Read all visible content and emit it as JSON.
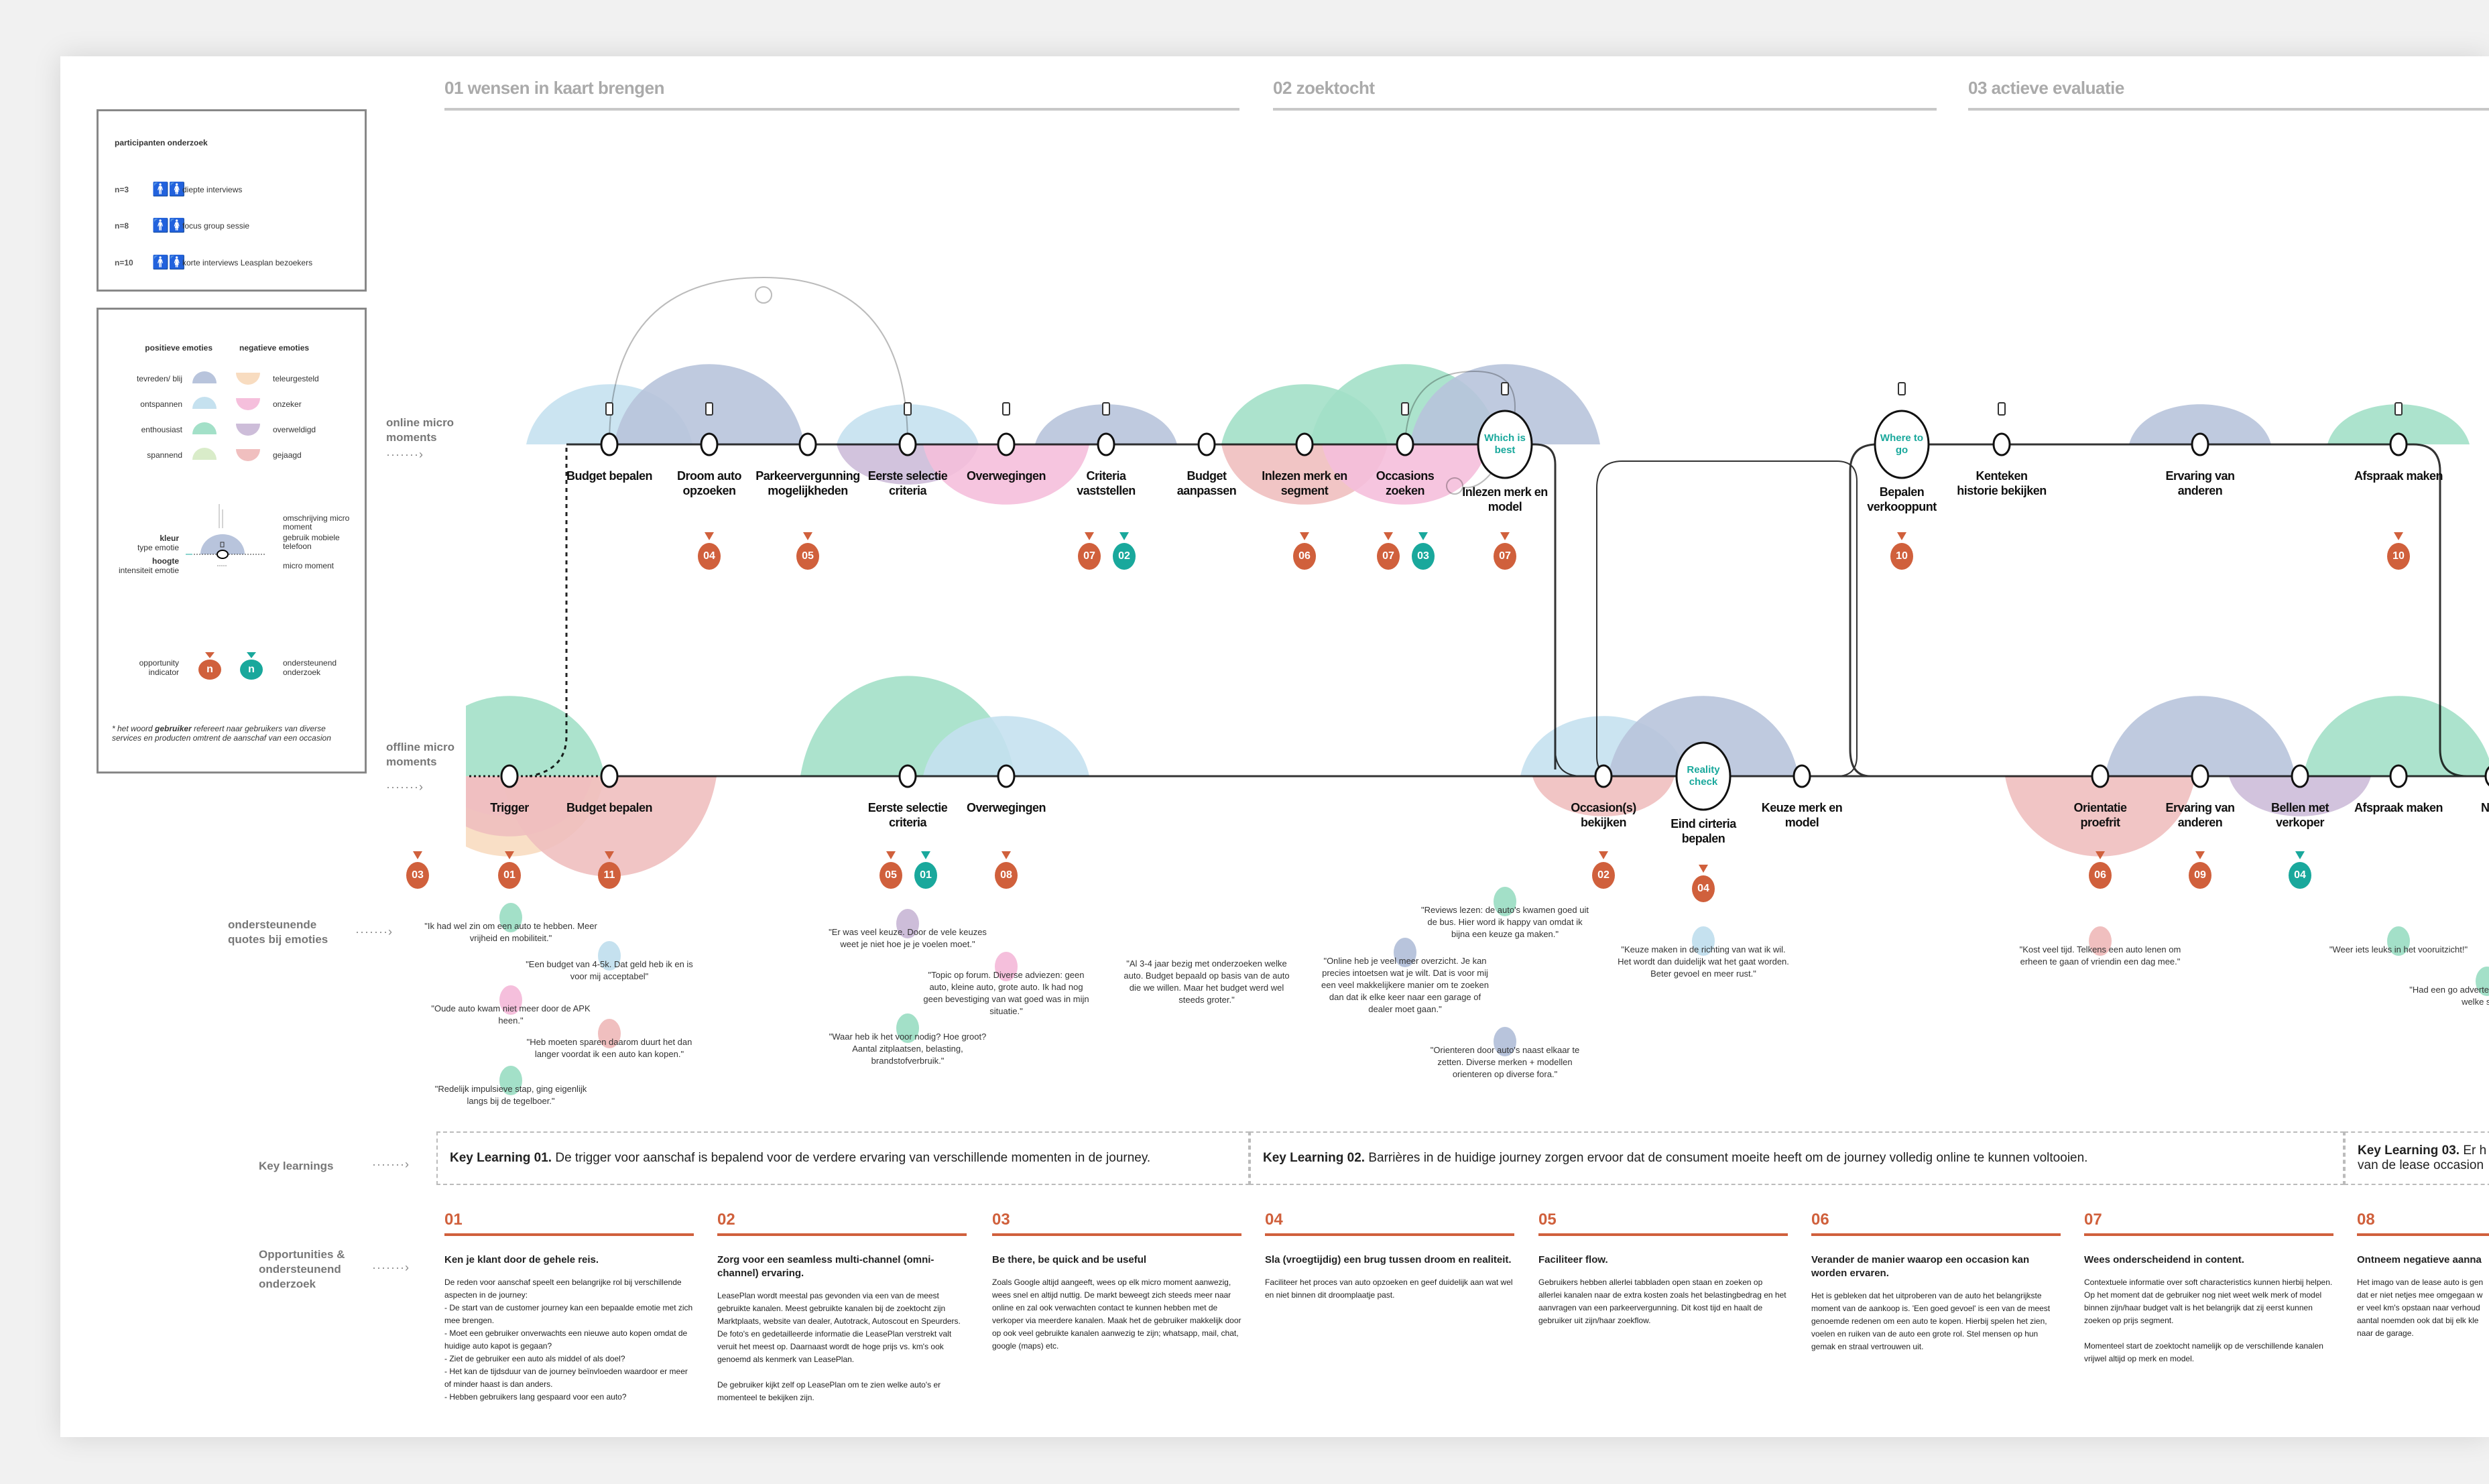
{
  "sections": [
    {
      "label": "01 wensen in kaart brengen"
    },
    {
      "label": "02 zoektocht"
    },
    {
      "label": "03 actieve evaluatie"
    }
  ],
  "legend": {
    "participants": {
      "title": "participanten onderzoek",
      "icon": "man-woman-icon",
      "rows": [
        {
          "n": "n=3",
          "label": "diepte interviews"
        },
        {
          "n": "n=8",
          "label": "focus group sessie"
        },
        {
          "n": "n=10",
          "label": "korte interviews Leasplan bezoekers"
        }
      ]
    },
    "emotions": {
      "positive_title": "positieve emoties",
      "negative_title": "negatieve emoties",
      "positive": [
        {
          "key": "tevreden",
          "label": "tevreden/ blij",
          "color": "#b8c4dc"
        },
        {
          "key": "ontspannen",
          "label": "ontspannen",
          "color": "#c5e1ef"
        },
        {
          "key": "enthousiast",
          "label": "enthousiast",
          "color": "#a3e0c8"
        },
        {
          "key": "spannend",
          "label": "spannend",
          "color": "#d9ecc9"
        }
      ],
      "negative": [
        {
          "key": "teleurgesteld",
          "label": "teleurgesteld",
          "color": "#f8dcc0"
        },
        {
          "key": "onzeker",
          "label": "onzeker",
          "color": "#f5bfdc"
        },
        {
          "key": "overweldigd",
          "label": "overweldigd",
          "color": "#cdbdd9"
        },
        {
          "key": "gejaagd",
          "label": "gejaagd",
          "color": "#f0bfbf"
        }
      ]
    },
    "anatomy": {
      "kleur": "kleur",
      "kleur_sub": "type emotie",
      "hoogte": "hoogte",
      "hoogte_sub": "intensiteit emotie",
      "omschrijving": "omschrijving micro moment",
      "mobile": "gebruik mobiele telefoon",
      "micro": "micro moment"
    },
    "indicators": {
      "symbol": "n",
      "opportunity": "opportunity indicator",
      "research": "ondersteunend onderzoek",
      "opportunity_color": "#d0603c",
      "research_color": "#19a89c"
    },
    "footnote": {
      "pre": "* het woord ",
      "bold": "gebruiker",
      "post": " refereert naar gebruikers van diverse services en producten omtrent de aanschaf van een occasion"
    }
  },
  "rows": {
    "online": "online micro moments",
    "offline": "offline micro moments",
    "quotes": "ondersteunende quotes bij emoties",
    "key_learnings": "Key learnings",
    "opportunities": "Opportunities & ondersteunend onderzoek",
    "arrow": "·······›"
  },
  "online_moments": [
    {
      "label": "Budget bepalen",
      "phone": true,
      "emotions": [
        {
          "type": "ontspannen",
          "intensity": 3
        }
      ],
      "opportunities": [],
      "research": []
    },
    {
      "label": "Droom auto opzoeken",
      "phone": true,
      "emotions": [
        {
          "type": "tevreden",
          "intensity": 4
        }
      ],
      "opportunities": [
        "04"
      ],
      "research": []
    },
    {
      "label": "Parkeervergunning mogelijkheden",
      "phone": false,
      "emotions": [],
      "opportunities": [
        "05"
      ],
      "research": []
    },
    {
      "label": "Eerste selectie criteria",
      "phone": true,
      "emotions": [
        {
          "type": "ontspannen",
          "intensity": 2
        },
        {
          "type": "overweldigd",
          "intensity": 2
        }
      ],
      "opportunities": [],
      "research": []
    },
    {
      "label": "Overwegingen",
      "phone": true,
      "emotions": [
        {
          "type": "onzeker",
          "intensity": 3
        }
      ],
      "opportunities": [],
      "research": []
    },
    {
      "label": "Criteria vaststellen",
      "phone": true,
      "emotions": [
        {
          "type": "tevreden",
          "intensity": 2
        }
      ],
      "opportunities": [
        "07"
      ],
      "research": [
        "02"
      ]
    },
    {
      "label": "Budget aanpassen",
      "phone": false,
      "emotions": [],
      "opportunities": [],
      "research": []
    },
    {
      "label": "Inlezen merk en segment",
      "phone": false,
      "emotions": [
        {
          "type": "enthousiast",
          "intensity": 3
        },
        {
          "type": "gejaagd",
          "intensity": 3
        }
      ],
      "opportunities": [
        "06"
      ],
      "research": []
    },
    {
      "label": "Occasions zoeken",
      "phone": true,
      "emotions": [
        {
          "type": "enthousiast",
          "intensity": 4
        },
        {
          "type": "onzeker",
          "intensity": 3
        }
      ],
      "opportunities": [
        "07"
      ],
      "research": [
        "03"
      ]
    },
    {
      "label": "Inlezen merk en model",
      "badge": "Which is best",
      "phone": true,
      "emotions": [
        {
          "type": "tevreden",
          "intensity": 4
        }
      ],
      "opportunities": [
        "07"
      ],
      "research": []
    },
    {
      "label": "Bepalen verkooppunt",
      "badge": "Where to go",
      "phone": true,
      "emotions": [],
      "opportunities": [
        "10"
      ],
      "research": []
    },
    {
      "label": "Kenteken historie bekijken",
      "phone": true,
      "emotions": [],
      "opportunities": [],
      "research": []
    },
    {
      "label": "Ervaring van anderen",
      "phone": false,
      "emotions": [
        {
          "type": "tevreden",
          "intensity": 2
        }
      ],
      "opportunities": [],
      "research": []
    },
    {
      "label": "Afspraak maken",
      "phone": true,
      "emotions": [
        {
          "type": "enthousiast",
          "intensity": 2
        }
      ],
      "opportunities": [
        "10"
      ],
      "research": []
    }
  ],
  "offline_extra_opportunity": "03",
  "offline_moments": [
    {
      "label": "Trigger",
      "emotions": [
        {
          "type": "enthousiast",
          "intensity": 4
        },
        {
          "type": "teleurgesteld",
          "intensity": 4
        },
        {
          "type": "onzeker",
          "intensity": 2
        },
        {
          "type": "gejaagd",
          "intensity": 3
        }
      ],
      "opportunities": [
        "01"
      ],
      "research": []
    },
    {
      "label": "Budget bepalen",
      "emotions": [
        {
          "type": "gejaagd",
          "intensity": 5
        }
      ],
      "opportunities": [
        "11"
      ],
      "research": []
    },
    {
      "label": "Eerste selectie criteria",
      "emotions": [
        {
          "type": "enthousiast",
          "intensity": 5
        }
      ],
      "opportunities": [
        "05"
      ],
      "research": [
        "01"
      ]
    },
    {
      "label": "Overwegingen",
      "emotions": [
        {
          "type": "ontspannen",
          "intensity": 3
        }
      ],
      "opportunities": [
        "08"
      ],
      "research": []
    },
    {
      "label": "Occasion(s) bekijken",
      "emotions": [
        {
          "type": "ontspannen",
          "intensity": 3
        },
        {
          "type": "gejaagd",
          "intensity": 2
        }
      ],
      "opportunities": [
        "02"
      ],
      "research": []
    },
    {
      "label": "Eind cirteria bepalen",
      "badge": "Reality check",
      "emotions": [
        {
          "type": "tevreden",
          "intensity": 4
        }
      ],
      "opportunities": [
        "04"
      ],
      "research": []
    },
    {
      "label": "Keuze merk en model",
      "emotions": [],
      "opportunities": [],
      "research": []
    },
    {
      "label": "Orientatie proefrit",
      "emotions": [
        {
          "type": "gejaagd",
          "intensity": 4
        }
      ],
      "opportunities": [
        "06"
      ],
      "research": []
    },
    {
      "label": "Ervaring van anderen",
      "emotions": [
        {
          "type": "tevreden",
          "intensity": 4
        }
      ],
      "opportunities": [
        "09"
      ],
      "research": []
    },
    {
      "label": "Bellen met verkoper",
      "emotions": [
        {
          "type": "overweldigd",
          "intensity": 2
        }
      ],
      "opportunities": [],
      "research": [
        "04"
      ]
    },
    {
      "label": "Afspraak maken",
      "emotions": [
        {
          "type": "enthousiast",
          "intensity": 4
        }
      ],
      "opportunities": [],
      "research": []
    },
    {
      "label": "Naar",
      "emotions": [],
      "opportunities": [],
      "research": []
    }
  ],
  "quotes": [
    {
      "text": "\"Ik had wel zin om een auto te hebben. Meer vrijheid en mobiliteit.\"",
      "emotion": "enthousiast"
    },
    {
      "text": "\"Een budget van 4-5k. Dat geld heb ik en is voor mij acceptabel\"",
      "emotion": "ontspannen"
    },
    {
      "text": "\"Oude auto kwam niet meer door de APK heen.\"",
      "emotion": "onzeker"
    },
    {
      "text": "\"Heb moeten sparen daarom duurt het dan langer voordat ik een auto kan kopen.\"",
      "emotion": "gejaagd"
    },
    {
      "text": "\"Redelijk impulsieve stap, ging eigenlijk langs bij de tegelboer.\"",
      "emotion": "enthousiast"
    },
    {
      "text": "\"Er was veel keuze. Door de vele keuzes weet je niet hoe je je voelen moet.\"",
      "emotion": "overweldigd"
    },
    {
      "text": "\"Topic op forum. Diverse adviezen: geen auto, kleine auto, grote auto. Ik had nog geen bevestiging van wat goed was in mijn situatie.\"",
      "emotion": "onzeker"
    },
    {
      "text": "\"Waar heb ik het voor nodig? Hoe groot? Aantal zitplaatsen, belasting, brandstofverbruik.\"",
      "emotion": "enthousiast"
    },
    {
      "text": "\"Al 3-4 jaar bezig met onderzoeken welke auto. Budget bepaald op basis van de auto die we willen. Maar het budget werd wel steeds groter.\"",
      "emotion": ""
    },
    {
      "text": "\"Online heb je veel meer overzicht. Je kan precies intoetsen wat je wilt. Dat is voor mij een veel makkelijkere manier om te zoeken dan dat ik elke keer naar een garage of dealer moet gaan.\"",
      "emotion": "tevreden"
    },
    {
      "text": "\"Reviews lezen: de auto's kwamen goed uit de bus. Hier word ik happy van omdat ik bijna een keuze ga maken.\"",
      "emotion": "enthousiast"
    },
    {
      "text": "\"Orienteren door auto's naast elkaar te zetten. Diverse merken + modellen orienteren op diverse fora.\"",
      "emotion": "tevreden"
    },
    {
      "text": "\"Keuze maken in de richting van wat ik wil. Het wordt dan duidelijk wat het gaat worden. Beter gevoel en meer rust.\"",
      "emotion": "ontspannen"
    },
    {
      "text": "\"Kost veel tijd. Telkens een auto lenen om erheen te gaan of vriendin een dag mee.\"",
      "emotion": "gejaagd"
    },
    {
      "text": "\"Weer iets leuks in het vooruitzicht!\"",
      "emotion": "enthousiast"
    },
    {
      "text": "\"Had een go advertentie w advertentie g welke staat d",
      "emotion": "enthousiast"
    }
  ],
  "key_learnings": [
    {
      "title": "Key Learning 01.",
      "text": " De trigger voor aanschaf is bepalend voor de verdere ervaring van verschillende momenten in de journey.",
      "text2": ""
    },
    {
      "title": "Key Learning 02.",
      "text": " Barrières in de huidige journey zorgen ervoor dat de consument moeite heeft om de journey volledig online te kunnen voltooien.",
      "text2": ""
    },
    {
      "title": "Key Learning 03.",
      "text": " Er h",
      "text2": "van de lease occasion"
    }
  ],
  "opportunities": [
    {
      "num": "01",
      "title": "Ken je klant door de gehele reis.",
      "body": "De reden voor aanschaf speelt een belangrijke rol bij verschillende aspecten in de journey:\n- De start van de customer journey kan een bepaalde emotie met zich mee brengen.\n- Moet een gebruiker onverwachts een nieuwe auto kopen omdat de huidige auto kapot is gegaan?\n- Ziet de gebruiker een auto als middel of als doel?\n- Het kan de tijdsduur van de journey beïnvloeden waardoor er meer of minder haast is dan anders.\n- Hebben gebruikers lang gespaard voor een auto?"
    },
    {
      "num": "02",
      "title": "Zorg voor een seamless multi-channel (omni-channel) ervaring.",
      "body": "LeasePlan wordt meestal pas gevonden via een van de meest gebruikte kanalen. Meest gebruikte kanalen bij de zoektocht zijn Marktplaats, website van dealer, Autotrack, Autoscout en Speurders. De foto's en gedetailleerde informatie die LeasePlan verstrekt valt veruit het meest op. Daarnaast wordt de hoge prijs vs. km's ook genoemd als kenmerk van LeasePlan.\n\nDe gebruiker kijkt zelf op LeasePlan om te zien welke auto's er momenteel te bekijken zijn."
    },
    {
      "num": "03",
      "title": "Be there, be quick and be useful",
      "body": "Zoals Google altijd aangeeft, wees op elk micro moment aanwezig, wees snel en altijd nuttig. De markt beweegt zich steeds meer naar online en zal ook verwachten contact te kunnen hebben met de verkoper via meerdere kanalen. Maak het de gebruiker makkelijk door op ook veel gebruikte kanalen aanwezig te zijn; whatsapp, mail, chat, google (maps) etc."
    },
    {
      "num": "04",
      "title": "Sla (vroegtijdig) een brug tussen droom en realiteit.",
      "body": "Faciliteer het proces van auto opzoeken en geef duidelijk aan wat wel en niet binnen dit droomplaatje past."
    },
    {
      "num": "05",
      "title": "Faciliteer flow.",
      "body": "Gebruikers hebben allerlei tabbladen open staan en zoeken op allerlei kanalen naar de extra kosten zoals het belastingbedrag en het aanvragen van een parkeervergunning. Dit kost tijd en haalt de gebruiker uit zijn/haar zoekflow."
    },
    {
      "num": "06",
      "title": "Verander de manier waarop een occasion kan worden ervaren.",
      "body": "Het is gebleken dat het uitproberen van de auto het belangrijkste moment van de aankoop is. 'Een goed gevoel' is een van de meest genoemde redenen om een auto te kopen. Hierbij spelen het zien, voelen en ruiken van de auto een grote rol. Stel mensen op hun gemak en straal vertrouwen uit."
    },
    {
      "num": "07",
      "title": "Wees onderscheidend in content.",
      "body": "Contextuele informatie over soft characteristics kunnen hierbij helpen. Op het moment dat de gebruiker nog niet weet welk merk of model binnen zijn/haar budget valt is het belangrijk dat zij eerst kunnen zoeken op prijs segment.\n\nMomenteel start de zoektocht namelijk op de verschillende kanalen vrijwel altijd op merk en model."
    },
    {
      "num": "08",
      "title": "Ontneem negatieve aanna",
      "body": "Het imago van de lease auto is gen\ndat er niet netjes mee omgegaan w\ner veel km's opstaan naar verhoud\naantal noemden ook dat bij elk kle\nnaar de garage."
    }
  ],
  "colors": {
    "line": "#333333",
    "opportunity": "#d0603c",
    "research": "#19a89c",
    "section": "#aaaaaa"
  }
}
